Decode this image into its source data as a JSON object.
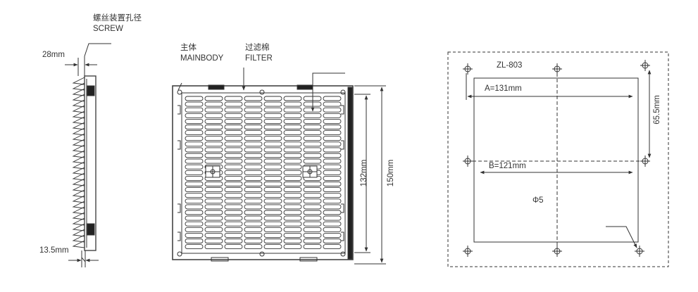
{
  "side_view": {
    "screw_label_cn": "螺丝装置孔径",
    "screw_label_en": "SCREW",
    "depth_top": "28mm",
    "depth_bottom": "13.5mm"
  },
  "front_view": {
    "mainbody_cn": "主体",
    "mainbody_en": "MAINBODY",
    "filter_cn": "过滤棉",
    "filter_en": "FILTER",
    "dim_inner": "132mm",
    "dim_outer": "150mm"
  },
  "cutout_view": {
    "model": "ZL-803",
    "dim_a": "A=131mm",
    "dim_b": "B=121mm",
    "dim_half": "65.5mm",
    "hole_dia": "Φ5"
  },
  "colors": {
    "line": "#333333",
    "frame": "#444444",
    "dark": "#222222"
  }
}
